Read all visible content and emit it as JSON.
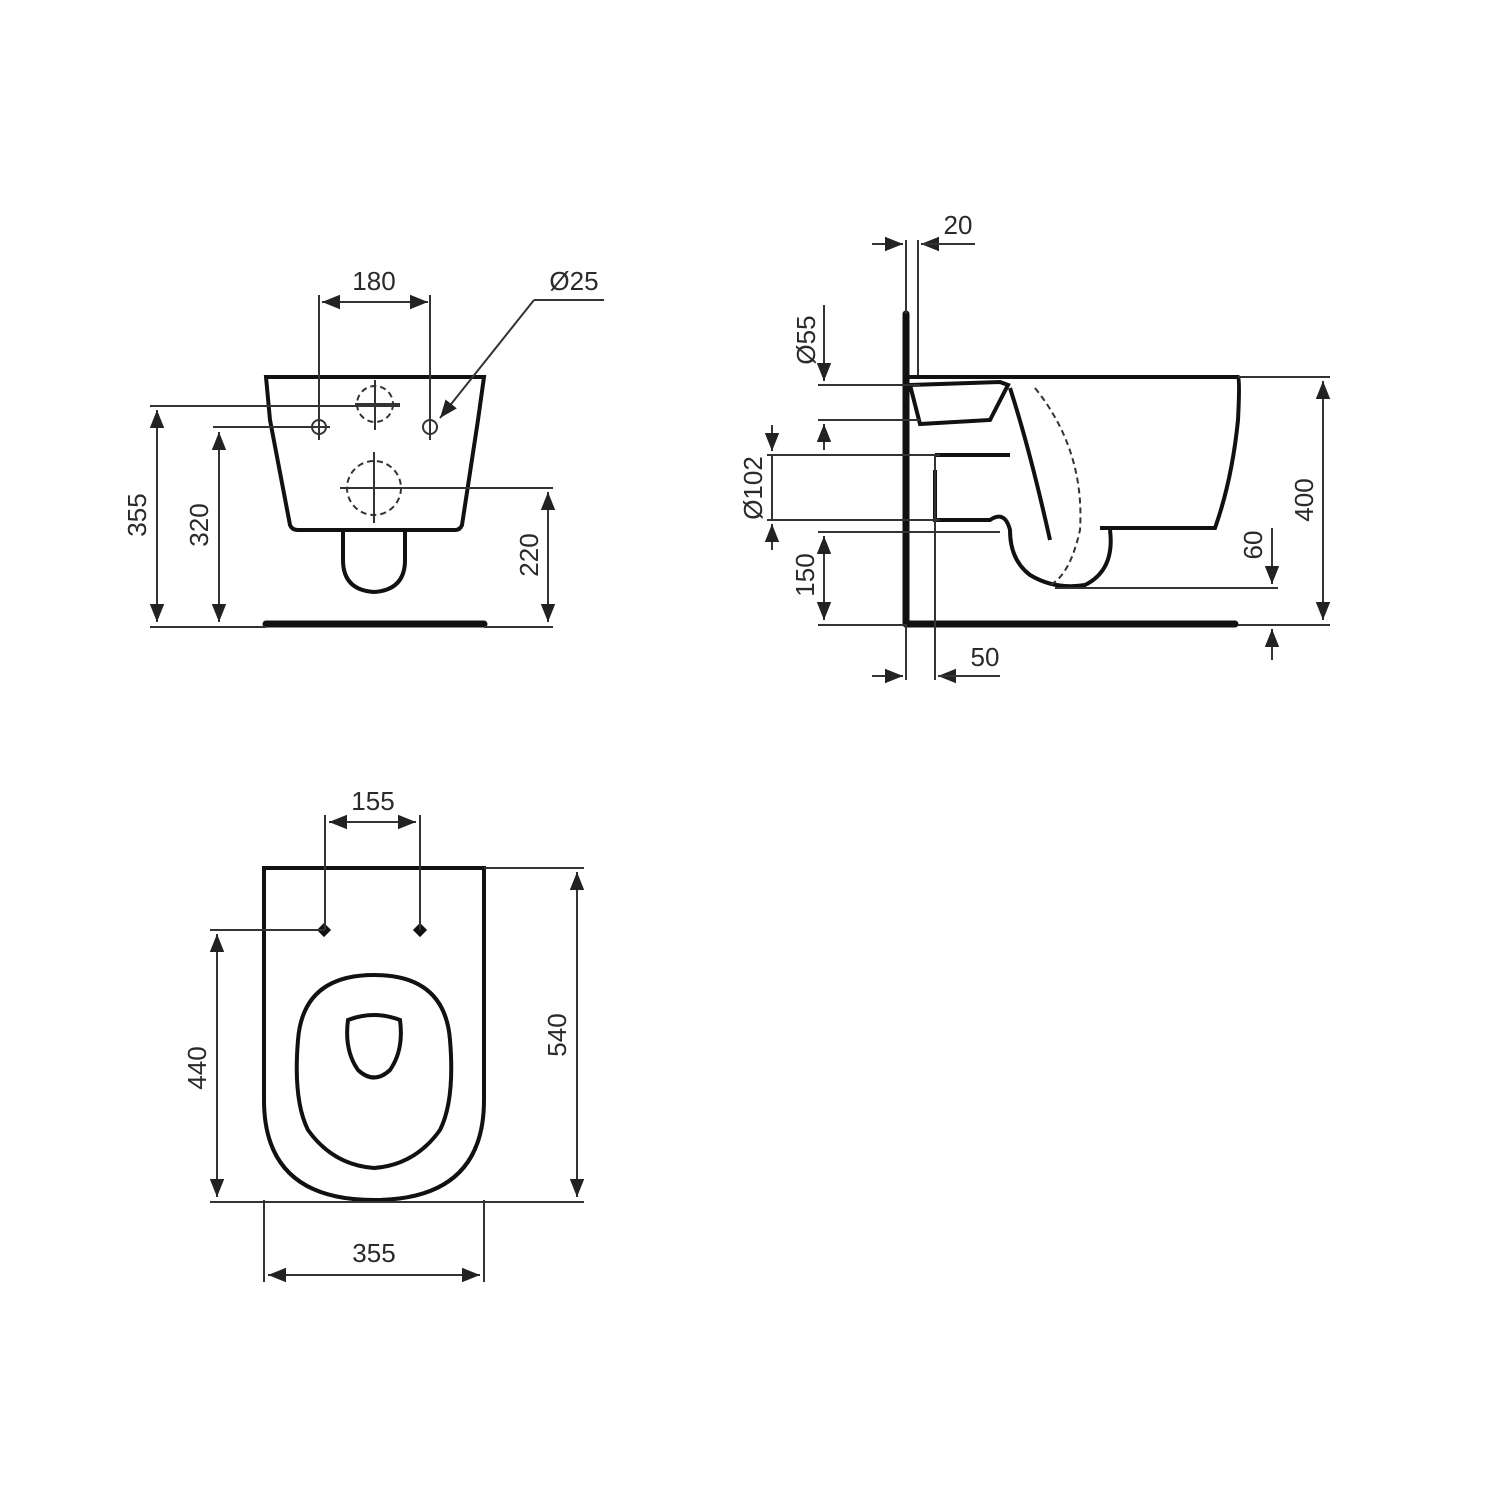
{
  "drawing": {
    "title": "Wall-hung WC technical drawing",
    "units": "mm",
    "line_color": "#111111",
    "background": "#ffffff"
  },
  "front_view": {
    "dims": {
      "fixing_spacing": "180",
      "fixing_hole_diameter": "Ø25",
      "fixing_height_upper": "355",
      "fixing_height_lower": "320",
      "outlet_height": "220"
    }
  },
  "side_view": {
    "dims": {
      "wall_offset": "20",
      "inlet_diameter": "Ø55",
      "outlet_diameter": "Ø102",
      "outlet_center_height": "150",
      "bowl_height": "400",
      "trap_clearance": "60",
      "frame_depth": "50"
    }
  },
  "top_view": {
    "dims": {
      "fixing_spacing": "155",
      "fixing_to_front": "440",
      "overall_length": "540",
      "overall_width": "355"
    }
  }
}
